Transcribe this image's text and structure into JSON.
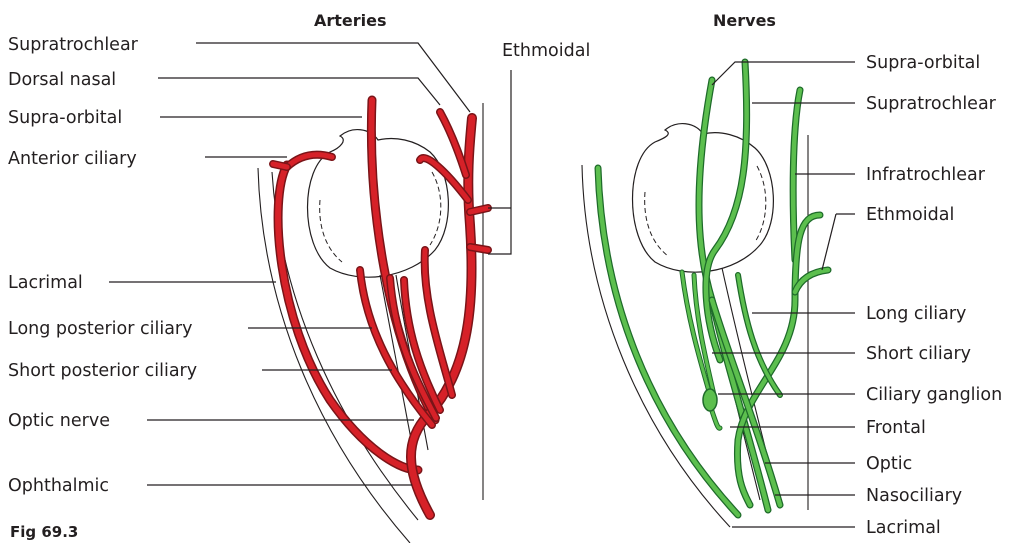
{
  "colors": {
    "artery_fill": "#d62128",
    "artery_edge": "#7a1418",
    "nerve_fill": "#5cbf4e",
    "nerve_edge": "#1e6b2a",
    "line": "#231f20"
  },
  "figure_label": "Fig 69.3",
  "arteries": {
    "title": "Arteries",
    "labels": {
      "supratrochlear": "Supratrochlear",
      "dorsal_nasal": "Dorsal nasal",
      "supra_orbital": "Supra-orbital",
      "anterior_ciliary": "Anterior ciliary",
      "lacrimal": "Lacrimal",
      "long_posterior_ciliary": "Long posterior ciliary",
      "short_posterior_ciliary": "Short posterior ciliary",
      "optic_nerve": "Optic nerve",
      "ophthalmic": "Ophthalmic",
      "ethmoidal": "Ethmoidal"
    }
  },
  "nerves": {
    "title": "Nerves",
    "labels": {
      "supra_orbital": "Supra-orbital",
      "supratrochlear": "Supratrochlear",
      "infratrochlear": "Infratrochlear",
      "ethmoidal": "Ethmoidal",
      "long_ciliary": "Long ciliary",
      "short_ciliary": "Short ciliary",
      "ciliary_ganglion": "Ciliary ganglion",
      "frontal": "Frontal",
      "optic": "Optic",
      "nasociliary": "Nasociliary",
      "lacrimal": "Lacrimal"
    }
  }
}
